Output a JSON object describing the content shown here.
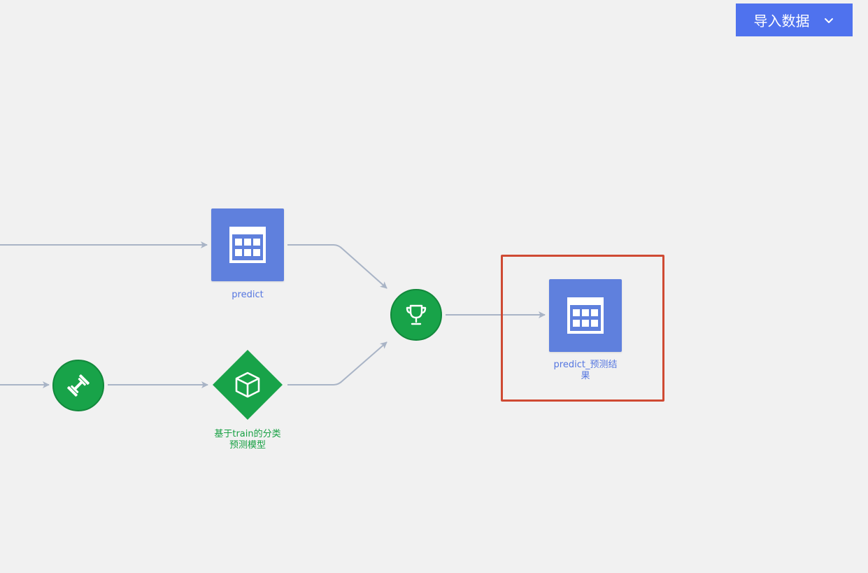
{
  "toolbar": {
    "import_label": "导入数据",
    "import_icon": "chevron-down-icon"
  },
  "colors": {
    "background": "#f1f1f1",
    "dataset_node": "#5f80dd",
    "model_node": "#18a349",
    "edge": "#a9b4c6",
    "selection": "#cf4a33",
    "button": "#4f72ee"
  },
  "nodes": {
    "predict": {
      "label": "predict",
      "icon": "table-icon"
    },
    "train_op": {
      "label": "",
      "icon": "dumbbell-icon"
    },
    "model": {
      "label_line1": "基于train的分类",
      "label_line2": "预测模型",
      "icon": "cube-icon"
    },
    "evaluate": {
      "label": "",
      "icon": "trophy-icon"
    },
    "predict_result": {
      "label_line1": "predict_预测结",
      "label_line2": "果",
      "icon": "table-icon"
    }
  }
}
